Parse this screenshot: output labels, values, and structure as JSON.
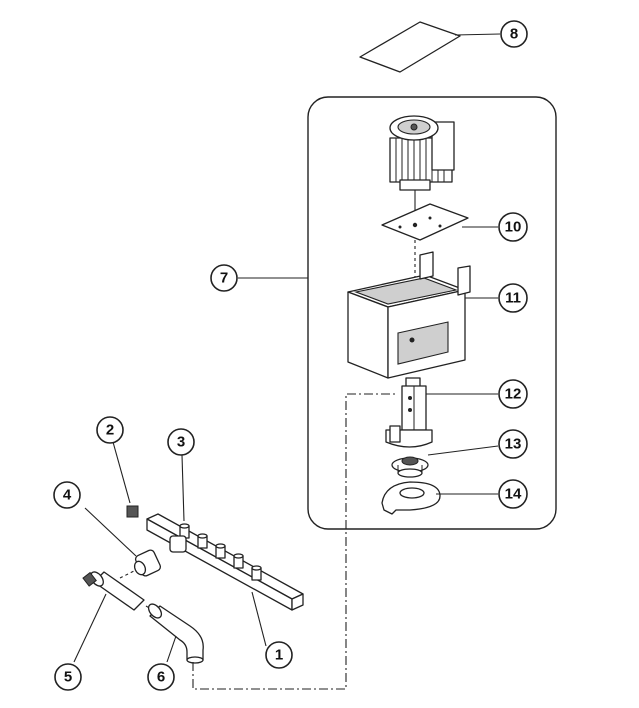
{
  "callouts": [
    {
      "id": "1",
      "label": "1"
    },
    {
      "id": "2",
      "label": "2"
    },
    {
      "id": "3",
      "label": "3"
    },
    {
      "id": "4",
      "label": "4"
    },
    {
      "id": "5",
      "label": "5"
    },
    {
      "id": "6",
      "label": "6"
    },
    {
      "id": "7",
      "label": "7"
    },
    {
      "id": "8",
      "label": "8"
    },
    {
      "id": "10",
      "label": "10"
    },
    {
      "id": "11",
      "label": "11"
    },
    {
      "id": "12",
      "label": "12"
    },
    {
      "id": "13",
      "label": "13"
    },
    {
      "id": "14",
      "label": "14"
    }
  ]
}
